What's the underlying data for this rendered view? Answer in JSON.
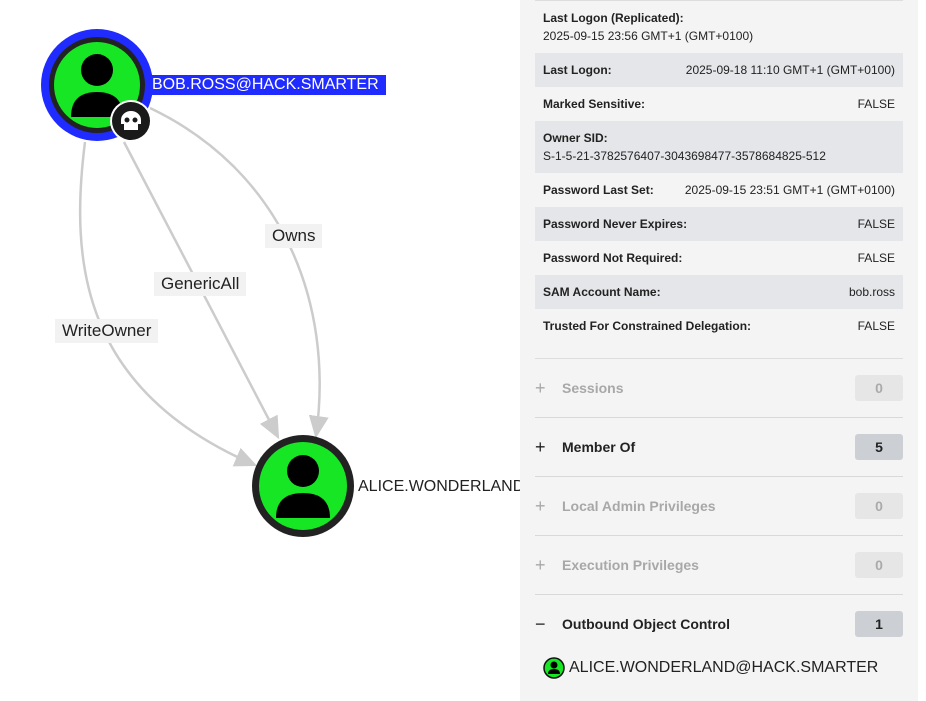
{
  "graph": {
    "nodes": {
      "source": {
        "label": "BOB.ROSS@HACK.SMARTER",
        "badge_icon": "skull-icon"
      },
      "target": {
        "label": "ALICE.WONDERLAND"
      }
    },
    "edges": [
      {
        "label": "WriteOwner"
      },
      {
        "label": "GenericAll"
      },
      {
        "label": "Owns"
      }
    ],
    "colors": {
      "node_fill": "#17e625",
      "highlight": "#1f2bff",
      "edge": "#cccccc"
    }
  },
  "panel": {
    "properties": [
      {
        "key": "Last Logon (Replicated):",
        "value": "2025-09-15 23:56 GMT+1 (GMT+0100)"
      },
      {
        "key": "Last Logon:",
        "value": "2025-09-18 11:10 GMT+1 (GMT+0100)"
      },
      {
        "key": "Marked Sensitive:",
        "value": "FALSE"
      },
      {
        "key": "Owner SID:",
        "value": "S-1-5-21-3782576407-3043698477-3578684825-512"
      },
      {
        "key": "Password Last Set:",
        "value": "2025-09-15 23:51 GMT+1 (GMT+0100)"
      },
      {
        "key": "Password Never Expires:",
        "value": "FALSE"
      },
      {
        "key": "Password Not Required:",
        "value": "FALSE"
      },
      {
        "key": "SAM Account Name:",
        "value": "bob.ross"
      },
      {
        "key": "Trusted For Constrained Delegation:",
        "value": "FALSE"
      }
    ],
    "sections": [
      {
        "toggle": "+",
        "title": "Sessions",
        "count": "0"
      },
      {
        "toggle": "+",
        "title": "Member Of",
        "count": "5"
      },
      {
        "toggle": "+",
        "title": "Local Admin Privileges",
        "count": "0"
      },
      {
        "toggle": "+",
        "title": "Execution Privileges",
        "count": "0"
      },
      {
        "toggle": "−",
        "title": "Outbound Object Control",
        "count": "1"
      }
    ],
    "outbound_items": [
      {
        "label": "ALICE.WONDERLAND@HACK.SMARTER"
      }
    ]
  }
}
